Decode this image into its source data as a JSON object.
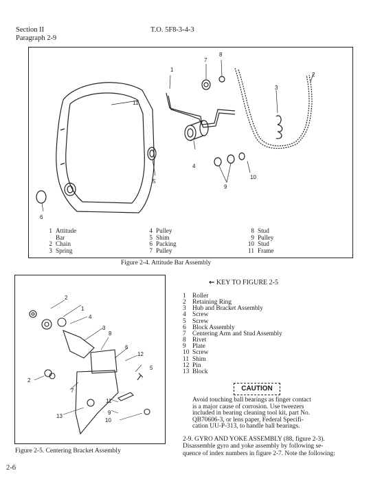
{
  "header": {
    "section": "Section II",
    "paragraph": "Paragraph 2-9",
    "doc_number": "T.O. 5F8-3-4-3"
  },
  "figure_2_4": {
    "caption": "Figure 2-4.  Attitude Bar Assembly",
    "callouts": [
      "1",
      "2",
      "3",
      "4",
      "5",
      "6",
      "7",
      "8",
      "9",
      "10",
      "11"
    ],
    "legend": [
      {
        "num": "1",
        "label": "Attitude"
      },
      {
        "num": "",
        "label": "Bar"
      },
      {
        "num": "2",
        "label": "Chain"
      },
      {
        "num": "3",
        "label": "Spring"
      },
      {
        "num": "4",
        "label": "Pulley"
      },
      {
        "num": "5",
        "label": "Shim"
      },
      {
        "num": "6",
        "label": "Packing"
      },
      {
        "num": "7",
        "label": "Pulley"
      },
      {
        "num": "8",
        "label": "Stud"
      },
      {
        "num": "9",
        "label": "Pulley"
      },
      {
        "num": "10",
        "label": "Stud"
      },
      {
        "num": "11",
        "label": "Frame"
      }
    ]
  },
  "figure_2_5": {
    "caption": "Figure 2-5.  Centering Bracket Assembly",
    "callouts": [
      "1",
      "2",
      "3",
      "4",
      "5",
      "6",
      "7",
      "8",
      "9",
      "10",
      "11",
      "12",
      "13",
      "2"
    ]
  },
  "key": {
    "arrow": "←",
    "title": "KEY TO FIGURE 2-5",
    "items": [
      {
        "num": "1",
        "label": "Roller"
      },
      {
        "num": "2",
        "label": "Retaining Ring"
      },
      {
        "num": "3",
        "label": "Hub and Bracket Assembly"
      },
      {
        "num": "4",
        "label": "Screw"
      },
      {
        "num": "5",
        "label": "Screw"
      },
      {
        "num": "6",
        "label": "Block Assembly"
      },
      {
        "num": "7",
        "label": "Centering Arm and Stud Assembly"
      },
      {
        "num": "8",
        "label": "Rivet"
      },
      {
        "num": "9",
        "label": "Plate"
      },
      {
        "num": "10",
        "label": "Screw"
      },
      {
        "num": "11",
        "label": "Shim"
      },
      {
        "num": "12",
        "label": "Pin"
      },
      {
        "num": "13",
        "label": "Block"
      }
    ]
  },
  "caution": {
    "label": "CAUTION",
    "lines": [
      "Avoid touching ball bearings as finger contact",
      "is a major cause of corrosion.  Use tweezers",
      "included in bearing cleaning tool kit, part No.",
      "QB70606-3, or lens paper,  Federal Specifi-",
      "cation UU-P-313,  to handle ball bearings."
    ]
  },
  "paragraph_2_9": {
    "lines": [
      "2-9.  GYRO AND YOKE ASSEMBLY (88, figure 2-3).",
      "Disassemble gyro and yoke assembly by following se-",
      "quence of index numbers in figure 2-7.  Note the following:"
    ]
  },
  "footer": {
    "page_number": "2-6"
  }
}
